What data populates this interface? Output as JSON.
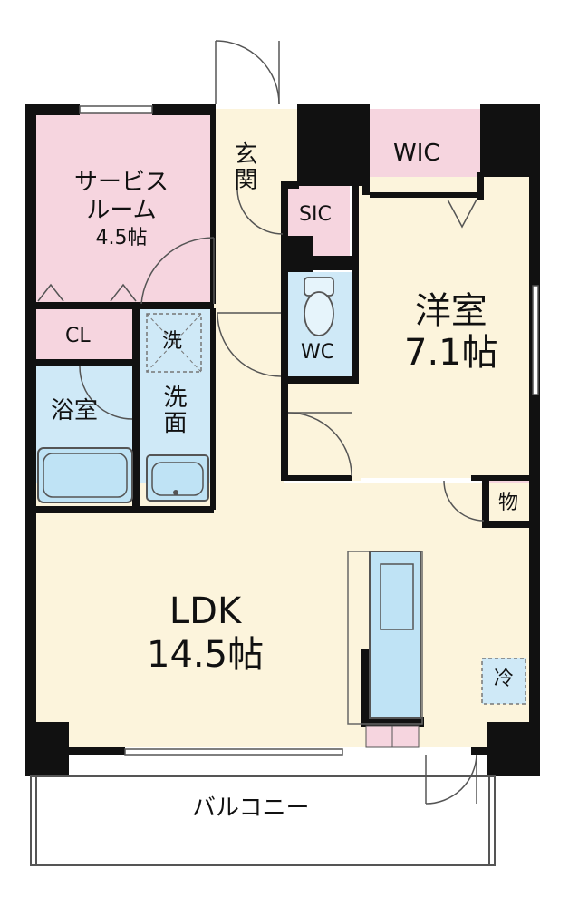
{
  "rooms": {
    "service_room": {
      "name": "サービス\nルーム",
      "size": "4.5帖"
    },
    "entrance": "玄関",
    "sic": "SIC",
    "wic": "WIC",
    "wc": "WC",
    "western_room": {
      "name": "洋室",
      "size": "7.1帖"
    },
    "closet": "CL",
    "washer": "洗",
    "washroom": "洗面",
    "bathroom": "浴室",
    "storage": "物",
    "ldk": {
      "name": "LDK",
      "size": "14.5帖"
    },
    "fridge": "冷",
    "balcony": "バルコニー"
  },
  "colors": {
    "wall": "#111111",
    "pink": "#f6d5df",
    "cream": "#fcf4dc",
    "blue": "#cfe9f7",
    "fixture_blue": "#bfe3f5"
  }
}
